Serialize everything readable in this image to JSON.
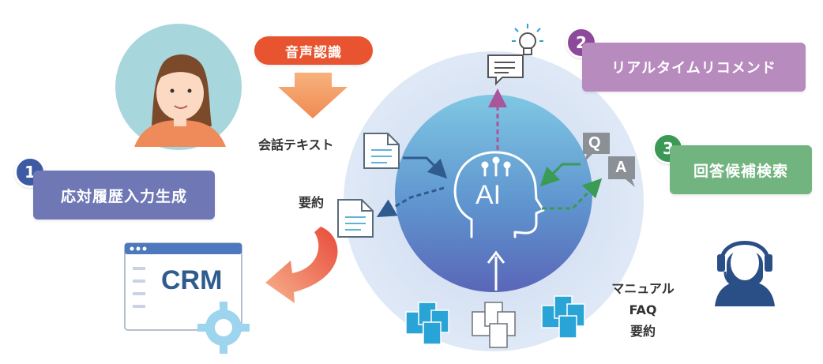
{
  "speech_recognition": "音声認識",
  "conversation_text": "会話テキスト",
  "summary": "要約",
  "ai_label": "AI",
  "step1": {
    "number": "1",
    "label": "応対履歴入力生成",
    "color": "#6f78b5"
  },
  "step2": {
    "number": "2",
    "label": "リアルタイムリコメンド",
    "color": "#b88bbe"
  },
  "step3": {
    "number": "3",
    "label": "回答候補検索",
    "color": "#72b47f"
  },
  "crm_label": "CRM",
  "qa": {
    "q": "Q",
    "a": "A"
  },
  "knowledge_sources": [
    "マニュアル",
    "FAQ",
    "要約"
  ],
  "icons": {
    "customer": "customer-avatar",
    "operator": "operator-headset-icon",
    "bulb": "lightbulb-icon",
    "docs": "document-stack-icon",
    "gear": "gear-icon"
  }
}
